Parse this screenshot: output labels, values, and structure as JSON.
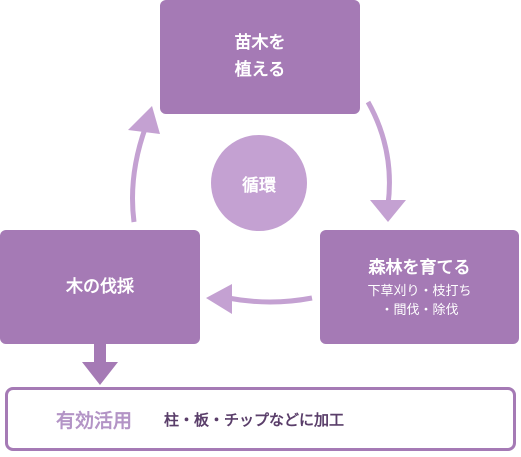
{
  "cycle": {
    "center_label": "循環",
    "steps": [
      {
        "title_lines": [
          "苗木を",
          "植える"
        ]
      },
      {
        "title": "森林を育てる",
        "sub_lines": [
          "下草刈り・枝打ち",
          "・間伐・除伐"
        ]
      },
      {
        "title": "木の伐採"
      }
    ]
  },
  "usage": {
    "title": "有効活用",
    "description": "柱・板・チップなどに加工"
  },
  "colors": {
    "box": "#a57ab5",
    "center_circle": "#c4a1d2",
    "arrow": "#c4a1d2",
    "usage_title": "#b394c6"
  }
}
